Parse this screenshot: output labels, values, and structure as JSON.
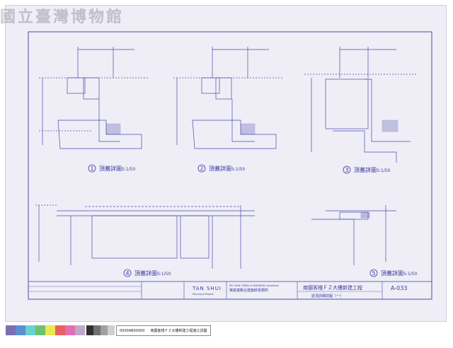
{
  "watermark": {
    "museum_name": "國立臺灣博物館"
  },
  "title_block": {
    "firm_name_en": "PEI CHIN TSENG & PARTNERS Architects",
    "firm_name_zh": "陳其寬聯合建築師事務所",
    "client_logo_text": "TAN SHUI",
    "client_logo_sub": "Municipal Project",
    "project_title": "南園客棧ＦＺ大樓新建工程",
    "drawing_title": "屋頂詳細詳圖（一）",
    "sheet_number": "A-033"
  },
  "details": [
    {
      "num": "1",
      "label": "頂蓋詳圖",
      "scale": "S:1/50"
    },
    {
      "num": "2",
      "label": "頂蓋詳圖",
      "scale": "S:1/50"
    },
    {
      "num": "3",
      "label": "頂蓋詳圖",
      "scale": "S:1/50"
    },
    {
      "num": "4",
      "label": "頂蓋詳圖",
      "scale": "S:1/50"
    },
    {
      "num": "5",
      "label": "頂蓋詳圖",
      "scale": "S:1/50"
    }
  ],
  "catalog_strip": {
    "id": "0000AB00000",
    "description": "南園客棧ＦＺ大樓新建工程施工詳圖"
  },
  "colors": {
    "paper": "#efeef6",
    "ink": "#3a3aa0",
    "swatches": [
      "#7a6fb0",
      "#5a8fd0",
      "#6ad0d0",
      "#70c070",
      "#e8e850",
      "#e86060",
      "#e070b0",
      "#c0a8c8",
      "#303030",
      "#707070",
      "#a0a0a0",
      "#d0d0d0"
    ]
  }
}
